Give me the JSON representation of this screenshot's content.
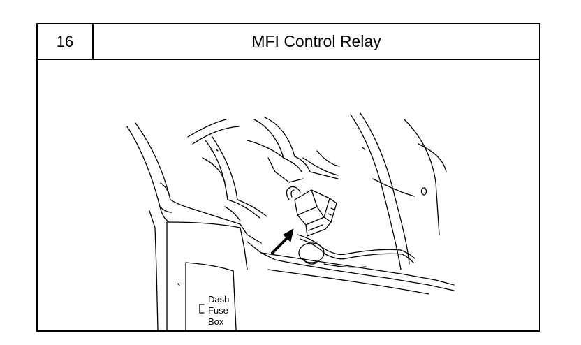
{
  "header": {
    "number": "16",
    "title": "MFI Control Relay"
  },
  "callout": {
    "line1": "Dash",
    "line2": "Fuse",
    "line3": "Box"
  }
}
